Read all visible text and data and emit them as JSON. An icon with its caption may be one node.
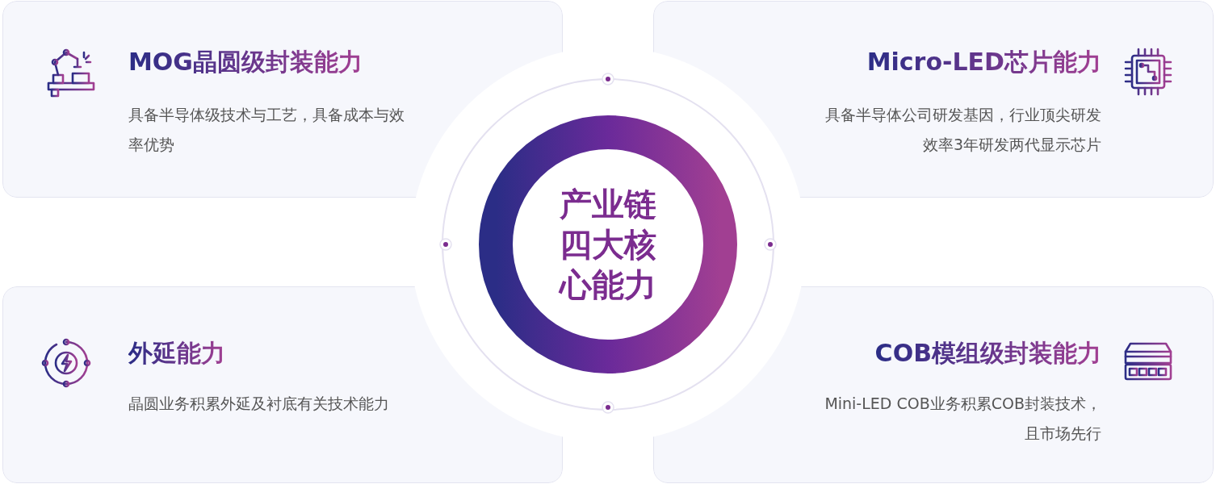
{
  "diagram": {
    "nodes": [
      {
        "text": [
          "MOG晶圆级封装能力",
          "具备半导体级技术与工艺，具备成本与效率优势"
        ]
      },
      {
        "text": [
          "Micro-LED芯片能力",
          "具备半导体公司研发基因，行业顶尖研发效率3年研发两代显示芯片"
        ]
      },
      {
        "text": [
          "产业链四大核心能力"
        ]
      },
      {
        "text": [
          "外延能力",
          "晶圆业务积累外延及衬底有关技术能力"
        ]
      },
      {
        "text": [
          "COB模组级封装能力",
          "Mini-LED COB业务积累COB封装技术，且市场先行"
        ]
      }
    ],
    "edges": []
  }
}
